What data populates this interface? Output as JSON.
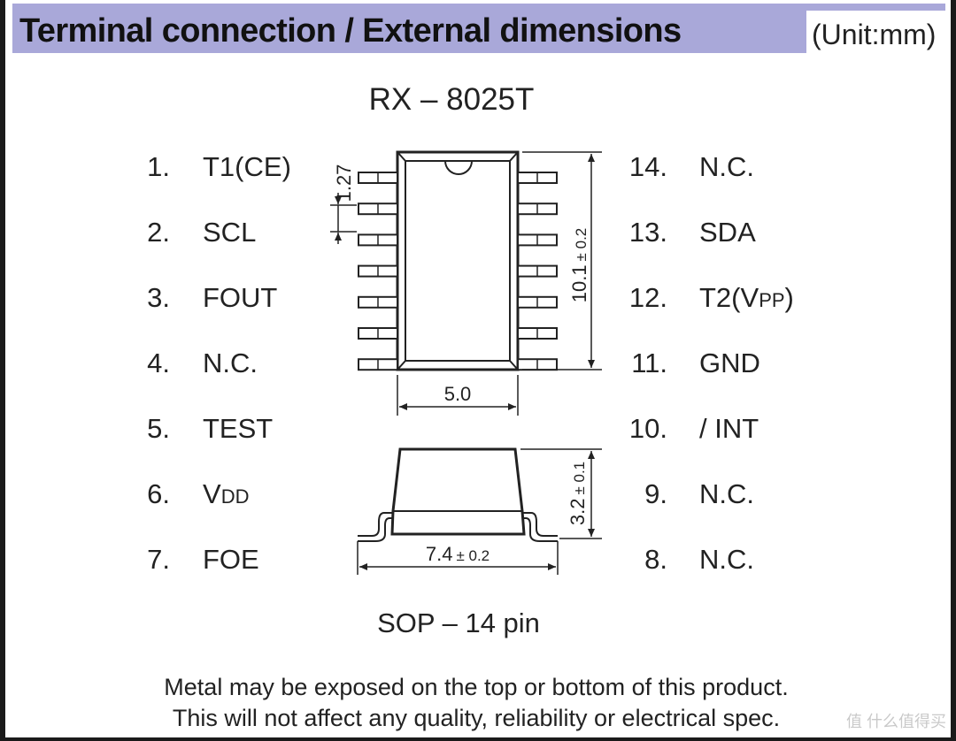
{
  "header": {
    "title": "Terminal connection / External dimensions",
    "unit": "(Unit:mm)"
  },
  "part_number": "RX – 8025T",
  "pins_left": [
    {
      "num": "1.",
      "name": "T1(CE)",
      "sub": ""
    },
    {
      "num": "2.",
      "name": "SCL",
      "sub": ""
    },
    {
      "num": "3.",
      "name": "FOUT",
      "sub": ""
    },
    {
      "num": "4.",
      "name": "N.C.",
      "sub": ""
    },
    {
      "num": "5.",
      "name": "TEST",
      "sub": ""
    },
    {
      "num": "6.",
      "name": "V",
      "sub": "DD"
    },
    {
      "num": "7.",
      "name": "FOE",
      "sub": ""
    }
  ],
  "pins_right": [
    {
      "num": "14.",
      "name": "N.C.",
      "sub": "",
      "tail": ""
    },
    {
      "num": "13.",
      "name": "SDA",
      "sub": "",
      "tail": ""
    },
    {
      "num": "12.",
      "name": "T2(V",
      "sub": "PP",
      "tail": ")"
    },
    {
      "num": "11.",
      "name": "GND",
      "sub": "",
      "tail": ""
    },
    {
      "num": "10.",
      "name": "/ INT",
      "sub": "",
      "tail": ""
    },
    {
      "num": "9.",
      "name": "N.C.",
      "sub": "",
      "tail": ""
    },
    {
      "num": "8.",
      "name": "N.C.",
      "sub": "",
      "tail": ""
    }
  ],
  "dimensions": {
    "pitch": "1.27",
    "length": "10.1",
    "length_tol": "± 0.2",
    "body_width": "5.0",
    "height": "3.2",
    "height_tol": "± 0.1",
    "overall_width": "7.4",
    "overall_width_tol": "± 0.2"
  },
  "package": "SOP – 14 pin",
  "note": {
    "line1": "Metal may be exposed on the top or bottom of this product.",
    "line2": "This will not affect any quality, reliability or electrical spec."
  },
  "watermark": "值 什么值得买",
  "colors": {
    "header_band": "#a9a8d9",
    "ink": "#222222"
  }
}
